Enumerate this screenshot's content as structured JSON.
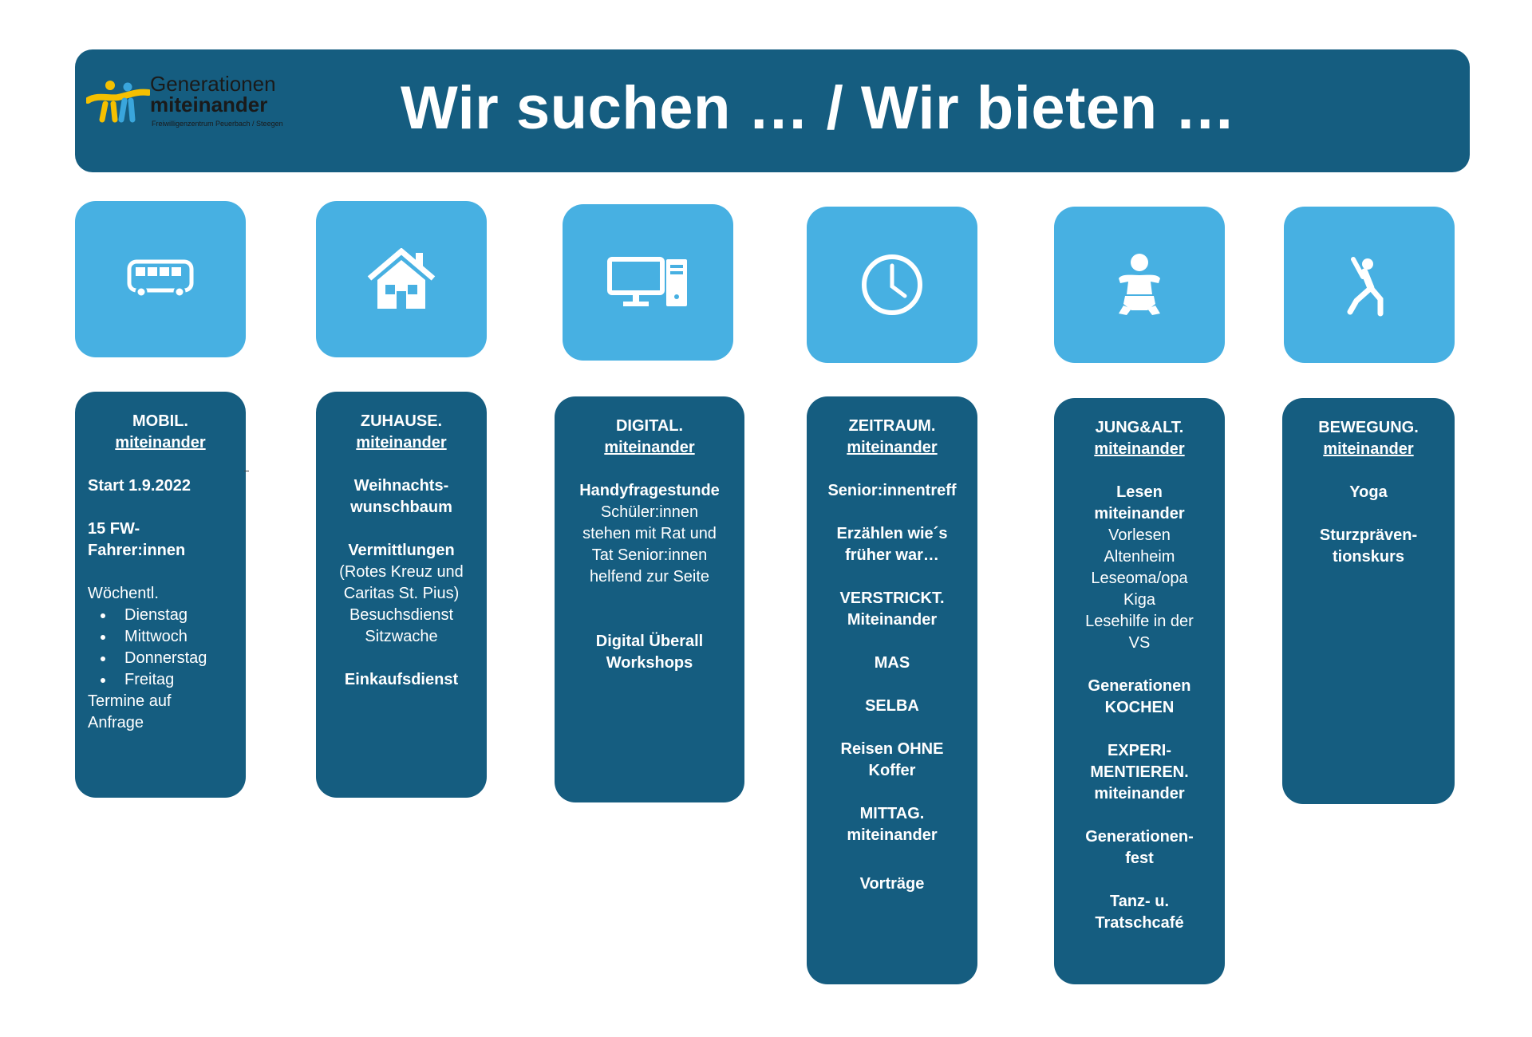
{
  "header": {
    "logo_line1": "Generationen",
    "logo_line2": "miteinander",
    "logo_line3": "Freiwilligenzentrum Peuerbach / Steegen",
    "title": "Wir suchen … / Wir bieten …"
  },
  "tiles": [
    {
      "icon": "bus-icon"
    },
    {
      "icon": "house-icon"
    },
    {
      "icon": "computer-icon"
    },
    {
      "icon": "clock-icon"
    },
    {
      "icon": "baby-icon"
    },
    {
      "icon": "yoga-icon"
    }
  ],
  "cards": {
    "mobil": {
      "title1": "MOBIL.",
      "title2": "miteinander",
      "start": "Start 1.9.2022",
      "drivers": "15 FW-Fahrer:innen",
      "weekly": "Wöchentl.",
      "days": [
        "Dienstag",
        "Mittwoch",
        "Donnerstag",
        "Freitag"
      ],
      "appointments": "Termine auf Anfrage"
    },
    "zuhause": {
      "title1": "ZUHAUSE.",
      "title2": "miteinander",
      "wish1": "Weihnachts-",
      "wish2": "wunschbaum",
      "vermittlungen": "Vermittlungen",
      "rk1": "(Rotes Kreuz und",
      "rk2": "Caritas St. Pius)",
      "visit": "Besuchsdienst",
      "sitz": "Sitzwache",
      "shopping": "Einkaufsdienst"
    },
    "digital": {
      "title1": "DIGITAL.",
      "title2": "miteinander",
      "handy": "Handyfragestunde",
      "d1": "Schüler:innen",
      "d2": "stehen mit Rat und",
      "d3": "Tat Senior:innen",
      "d4": "helfend zur Seite",
      "w1": "Digital Überall",
      "w2": "Workshops"
    },
    "zeitraum": {
      "title1": "ZEITRAUM.",
      "title2": "miteinander",
      "senior": "Senior:innentreff",
      "tell1": "Erzählen wie´s",
      "tell2": "früher war…",
      "verstrickt1": "VERSTRICKT.",
      "verstrickt2": "Miteinander",
      "mas": "MAS",
      "selba": "SELBA",
      "reisen1": "Reisen OHNE",
      "reisen2": "Koffer",
      "mittag1": "MITTAG.",
      "mittag2": "miteinander",
      "talks": "Vorträge"
    },
    "jungalt": {
      "title1": "JUNG&ALT.",
      "title2": "miteinander",
      "read1": "Lesen",
      "read2": "miteinander",
      "r1": "Vorlesen",
      "r2": "Altenheim",
      "r3": "Leseoma/opa",
      "r4": "Kiga",
      "r5": "Lesehilfe in der",
      "r6": "VS",
      "cook1": "Generationen",
      "cook2": "KOCHEN",
      "exp1": "EXPERI-",
      "exp2": "MENTIEREN.",
      "exp3": "miteinander",
      "fest1": "Generationen-",
      "fest2": "fest",
      "dance1": "Tanz- u.",
      "dance2": "Tratschcafé"
    },
    "bewegung": {
      "title1": "BEWEGUNG.",
      "title2": "miteinander",
      "yoga": "Yoga",
      "course1": "Sturzpräven-",
      "course2": "tionskurs"
    }
  },
  "colors": {
    "dark": "#155d80",
    "light": "#47b0e2",
    "logo_yellow": "#f5c000",
    "logo_blue": "#3aa6dc"
  }
}
